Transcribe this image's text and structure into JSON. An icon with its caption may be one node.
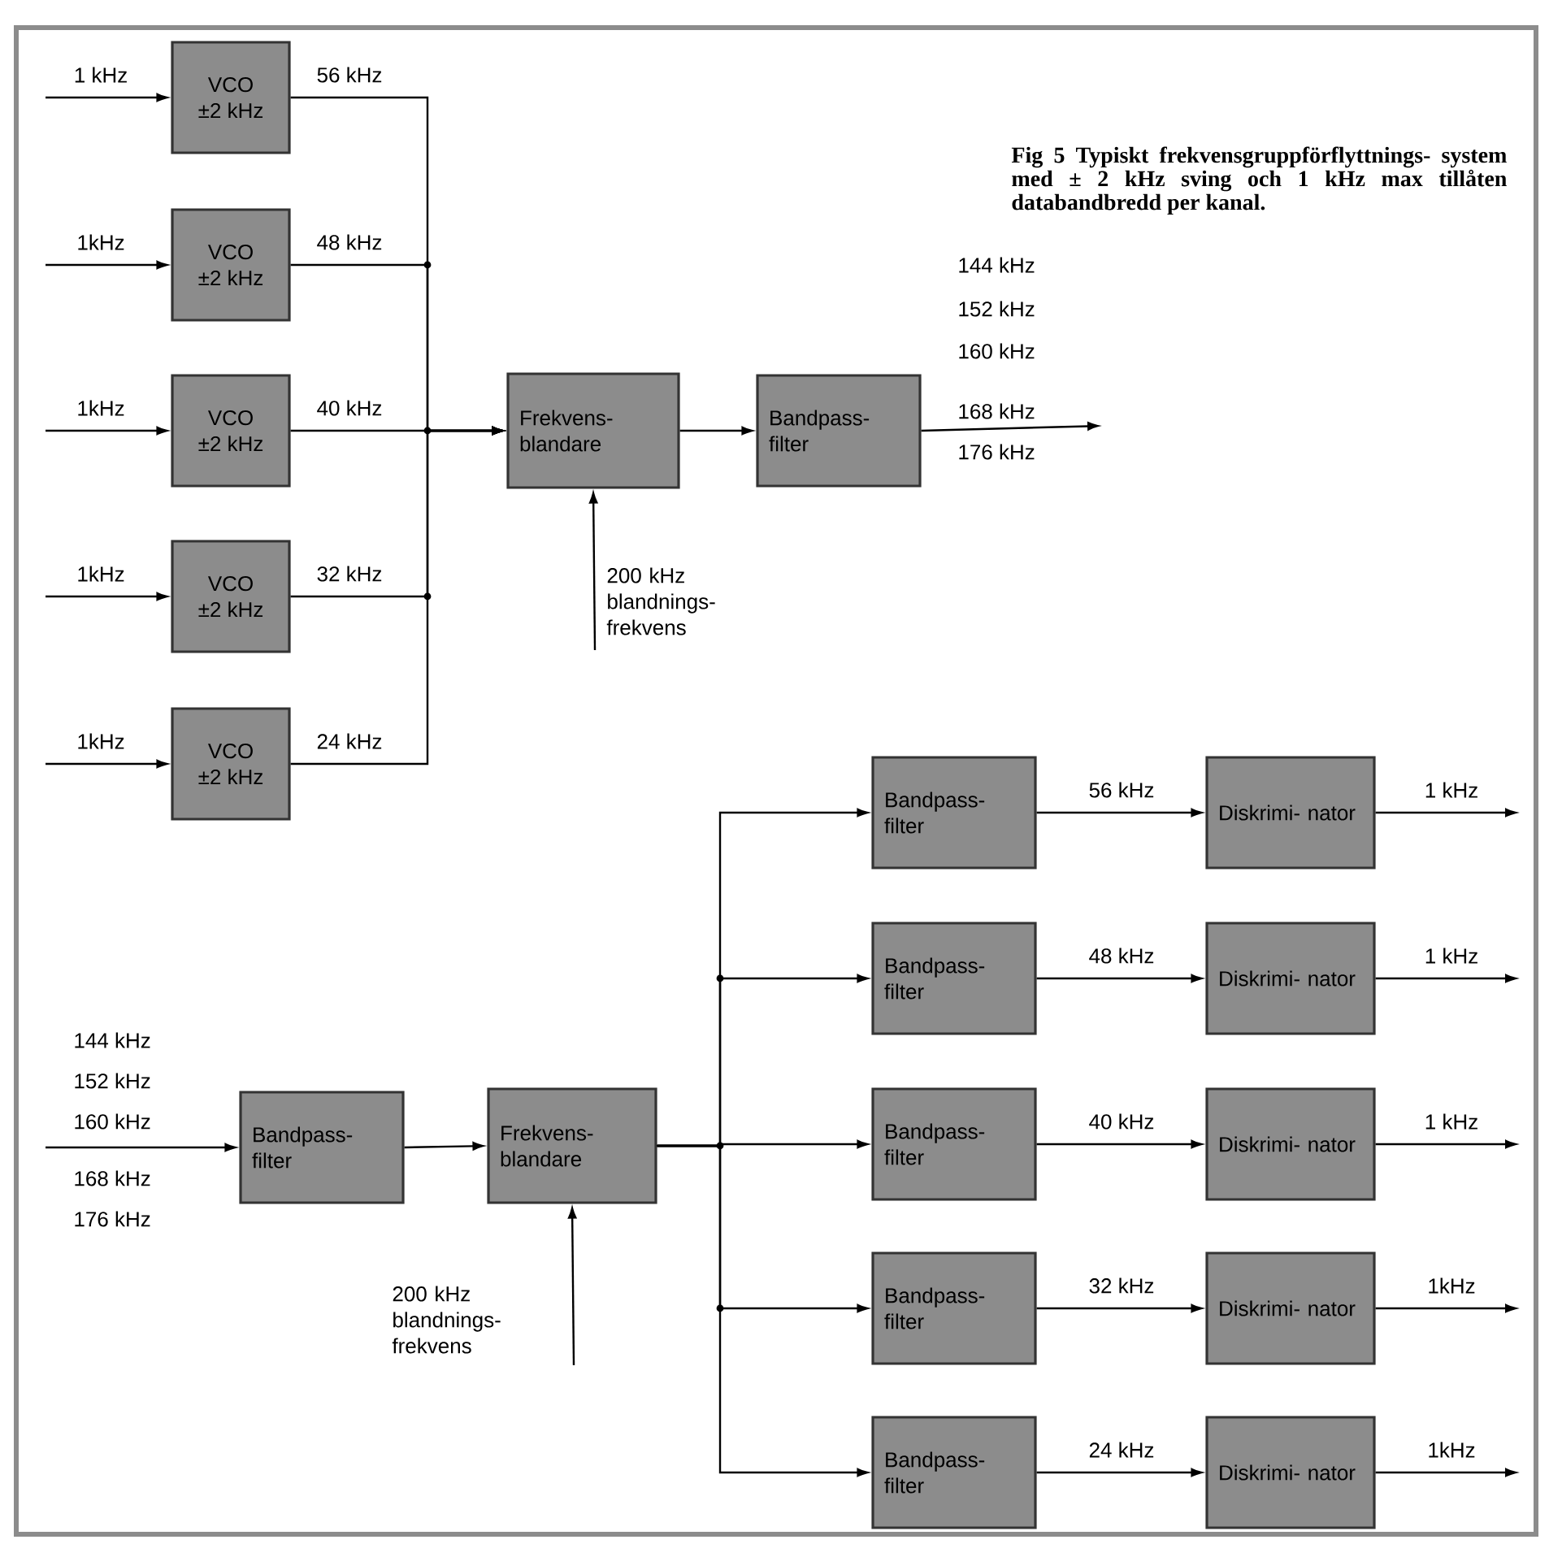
{
  "diagram": {
    "title": "Fig 5 Typiskt frekvensgruppförflyttnings- system med ± 2 kHz sving och 1 kHz max tillåten databandbredd per kanal.",
    "nodes": [
      {
        "text": [
          "VCO",
          "±2 kHz"
        ]
      },
      {
        "text": [
          "VCO",
          "±2 kHz"
        ]
      },
      {
        "text": [
          "VCO",
          "±2 kHz"
        ]
      },
      {
        "text": [
          "VCO",
          "±2 kHz"
        ]
      },
      {
        "text": [
          "VCO",
          "±2 kHz"
        ]
      },
      {
        "text": [
          "Frekvens- blandare"
        ]
      },
      {
        "text": [
          "Bandpass- filter"
        ]
      },
      {
        "text": [
          "Bandpass- filter"
        ]
      },
      {
        "text": [
          "Frekvens- blandare"
        ]
      },
      {
        "text": [
          "Bandpass- filter"
        ]
      },
      {
        "text": [
          "Bandpass- filter"
        ]
      },
      {
        "text": [
          "Bandpass- filter"
        ]
      },
      {
        "text": [
          "Bandpass- filter"
        ]
      },
      {
        "text": [
          "Bandpass- filter"
        ]
      },
      {
        "text": [
          "Diskrimi- nator"
        ]
      },
      {
        "text": [
          "Diskrimi- nator"
        ]
      },
      {
        "text": [
          "Diskrimi- nator"
        ]
      },
      {
        "text": [
          "Diskrimi- nator"
        ]
      },
      {
        "text": [
          "Diskrimi- nator"
        ]
      }
    ],
    "edges": [
      {
        "from": null,
        "to": 0,
        "arrow": "to",
        "label": "1 kHz"
      },
      {
        "from": null,
        "to": 1,
        "arrow": "to",
        "label": "1kHz"
      },
      {
        "from": null,
        "to": 2,
        "arrow": "to",
        "label": "1kHz"
      },
      {
        "from": null,
        "to": 3,
        "arrow": "to",
        "label": "1kHz"
      },
      {
        "from": null,
        "to": 4,
        "arrow": "to",
        "label": "1kHz"
      },
      {
        "from": 0,
        "to": 5,
        "arrow": "to",
        "label": "56 kHz"
      },
      {
        "from": 1,
        "to": 5,
        "arrow": "to",
        "label": "48 kHz"
      },
      {
        "from": 2,
        "to": 5,
        "arrow": "to",
        "label": "40 kHz"
      },
      {
        "from": 3,
        "to": 5,
        "arrow": "to",
        "label": "32 kHz"
      },
      {
        "from": 4,
        "to": 5,
        "arrow": "to",
        "label": "24 kHz"
      },
      {
        "from": 5,
        "to": 6,
        "arrow": "to"
      },
      {
        "from": null,
        "to": 5,
        "arrow": "to",
        "label": "200 kHz blandnings- frekvens"
      },
      {
        "from": 6,
        "to": null,
        "arrow": "to"
      },
      {
        "from": null,
        "to": 7,
        "arrow": "to"
      },
      {
        "from": 7,
        "to": 8,
        "arrow": "to"
      },
      {
        "from": null,
        "to": 8,
        "arrow": "to",
        "label": "200 kHz blandnings- frekvens"
      },
      {
        "from": 8,
        "to": 9,
        "arrow": "to"
      },
      {
        "from": 8,
        "to": 10,
        "arrow": "to"
      },
      {
        "from": 8,
        "to": 11,
        "arrow": "to"
      },
      {
        "from": 8,
        "to": 12,
        "arrow": "to"
      },
      {
        "from": 8,
        "to": 13,
        "arrow": "to"
      },
      {
        "from": 9,
        "to": 14,
        "arrow": "to",
        "label": "56 kHz"
      },
      {
        "from": 10,
        "to": 15,
        "arrow": "to",
        "label": "48 kHz"
      },
      {
        "from": 11,
        "to": 16,
        "arrow": "to",
        "label": "40 kHz"
      },
      {
        "from": 12,
        "to": 17,
        "arrow": "to",
        "label": "32 kHz"
      },
      {
        "from": 13,
        "to": 18,
        "arrow": "to",
        "label": "24 kHz"
      },
      {
        "from": 14,
        "to": null,
        "arrow": "to",
        "label": "1 kHz"
      },
      {
        "from": 15,
        "to": null,
        "arrow": "to",
        "label": "1 kHz"
      },
      {
        "from": 16,
        "to": null,
        "arrow": "to",
        "label": "1 kHz"
      },
      {
        "from": 17,
        "to": null,
        "arrow": "to",
        "label": "1kHz"
      },
      {
        "from": 18,
        "to": null,
        "arrow": "to",
        "label": "1kHz"
      }
    ],
    "labels": [
      "144 kHz",
      "152 kHz",
      "160 kHz",
      "168 kHz",
      "176 kHz",
      "144 kHz",
      "152 kHz",
      "160 kHz",
      "168 kHz",
      "176 kHz"
    ]
  }
}
